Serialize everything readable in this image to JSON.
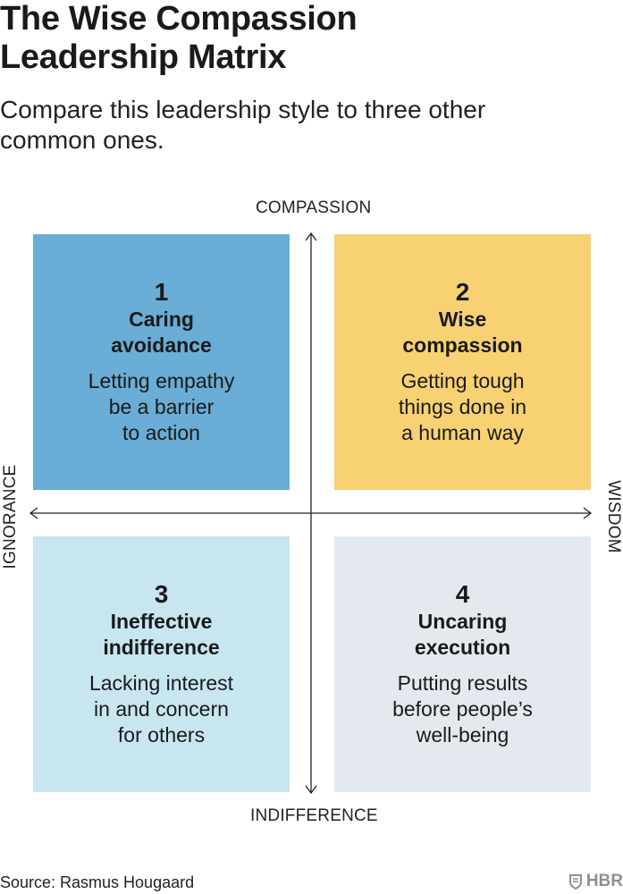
{
  "title": [
    "The Wise Compassion",
    "Leadership Matrix"
  ],
  "subtitle": [
    "Compare this leadership style to three other",
    "common ones."
  ],
  "axes": {
    "top": "COMPASSION",
    "bottom": "INDIFFERENCE",
    "left": "IGNORANCE",
    "right": "WISDOM"
  },
  "quadrants": [
    {
      "number": "1",
      "title": [
        "Caring",
        "avoidance"
      ],
      "description": [
        "Letting empathy",
        "be a barrier",
        "to action"
      ],
      "color": "#6aadd6"
    },
    {
      "number": "2",
      "title": [
        "Wise",
        "compassion"
      ],
      "description": [
        "Getting tough",
        "things done in",
        "a human way"
      ],
      "color": "#f7d172"
    },
    {
      "number": "3",
      "title": [
        "Ineffective",
        "indifference"
      ],
      "description": [
        "Lacking interest",
        "in and concern",
        "for others"
      ],
      "color": "#c7e6f0"
    },
    {
      "number": "4",
      "title": [
        "Uncaring",
        "execution"
      ],
      "description": [
        "Putting results",
        "before people’s",
        "well-being"
      ],
      "color": "#e4e9ef"
    }
  ],
  "source": "Source: Rasmus Hougaard",
  "logo": {
    "text": "HBR",
    "icon": "hbr-shield-icon"
  }
}
